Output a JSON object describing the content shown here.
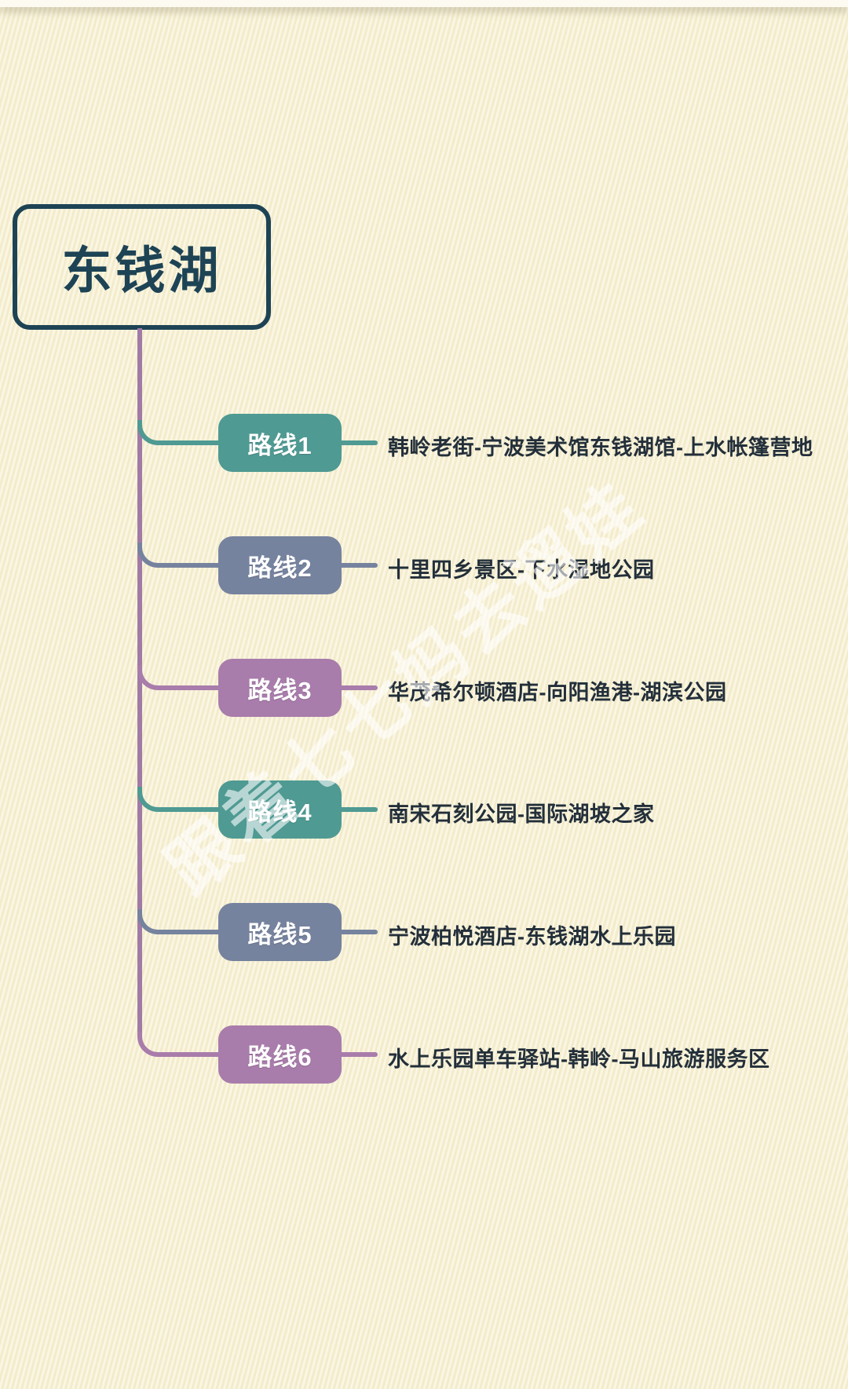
{
  "page": {
    "background_color": "#f7f1d4",
    "watermark_text": "跟着七七妈去遛娃"
  },
  "root": {
    "title": "东钱湖",
    "color": "#1d4355"
  },
  "trunk": {
    "color": "#a17ba6"
  },
  "routes": [
    {
      "label": "路线1",
      "color": "#4f9a93",
      "description": "韩岭老街-宁波美术馆东钱湖馆-上水帐篷营地"
    },
    {
      "label": "路线2",
      "color": "#76839f",
      "description": "十里四乡景区-下水湿地公园"
    },
    {
      "label": "路线3",
      "color": "#a87cab",
      "description": "华茂希尔顿酒店-向阳渔港-湖滨公园"
    },
    {
      "label": "路线4",
      "color": "#4f9a93",
      "description": "南宋石刻公园-国际湖坡之家"
    },
    {
      "label": "路线5",
      "color": "#76839f",
      "description": "宁波柏悦酒店-东钱湖水上乐园"
    },
    {
      "label": "路线6",
      "color": "#a87cab",
      "description": "水上乐园单车驿站-韩岭-马山旅游服务区"
    }
  ]
}
